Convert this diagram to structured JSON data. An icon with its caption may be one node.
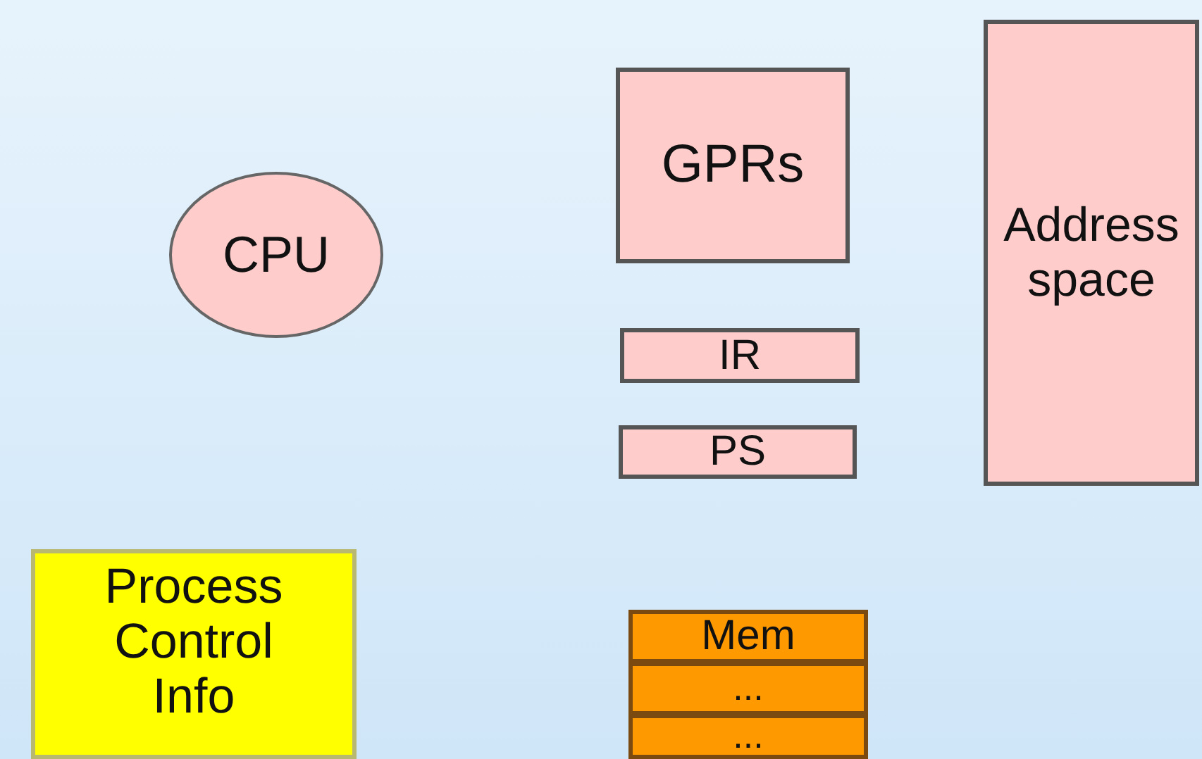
{
  "diagram": {
    "nodes": [
      {
        "text": [
          "CPU"
        ]
      },
      {
        "text": [
          "GPRs"
        ]
      },
      {
        "text": [
          "IR"
        ]
      },
      {
        "text": [
          "PS"
        ]
      },
      {
        "text": [
          "Address space"
        ]
      },
      {
        "text": [
          "Process Control Info"
        ]
      },
      {
        "text": [
          "Mem"
        ]
      },
      {
        "text": [
          "..."
        ]
      },
      {
        "text": [
          "..."
        ]
      }
    ]
  }
}
